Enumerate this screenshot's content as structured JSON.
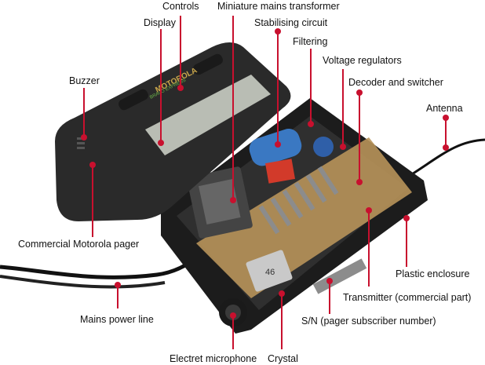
{
  "pager_brand": "MOTOROLA",
  "pager_model": "BRAVO EXPRESS",
  "crystal_marking": "46",
  "colors": {
    "callout": "#c8102e",
    "pager_body": "#2a2a2a",
    "enclosure": "#1c1c1c",
    "pcb": "#b8945a"
  },
  "labels": {
    "controls": "Controls",
    "miniature_mains_transformer": "Miniature mains transformer",
    "display": "Display",
    "stabilising_circuit": "Stabilising circuit",
    "filtering": "Filtering",
    "voltage_regulators": "Voltage regulators",
    "decoder_switcher": "Decoder and switcher",
    "buzzer": "Buzzer",
    "antenna": "Antenna",
    "commercial_pager": "Commercial Motorola pager",
    "plastic_enclosure": "Plastic enclosure",
    "transmitter": "Transmitter (commercial part)",
    "mains_power_line": "Mains power line",
    "serial_number": "S/N (pager subscriber number)",
    "electret_microphone": "Electret microphone",
    "crystal": "Crystal"
  }
}
